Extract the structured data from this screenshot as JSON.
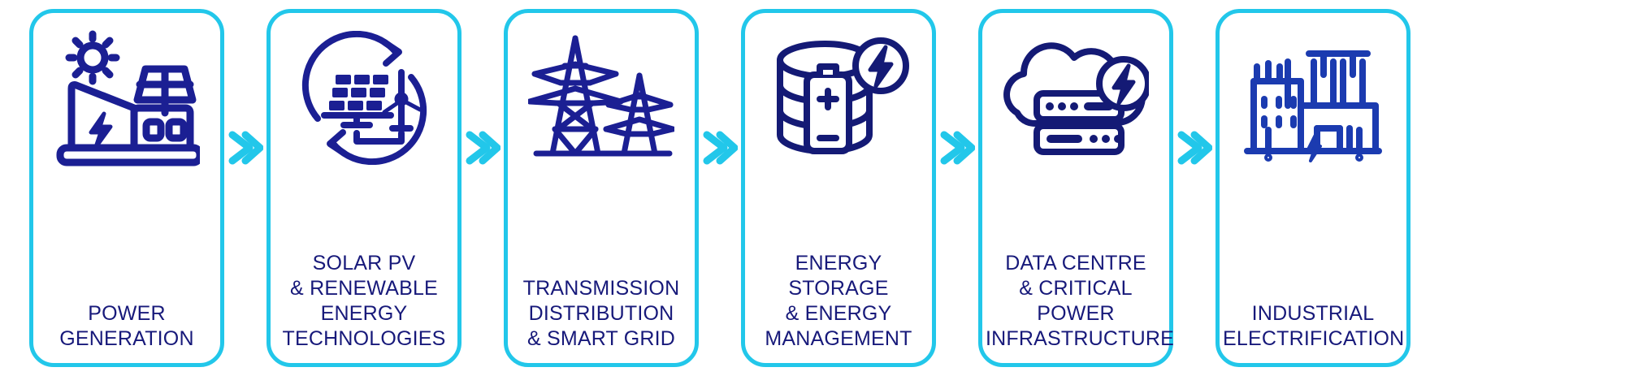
{
  "colors": {
    "card_border": "#22c7ea",
    "arrow": "#22c7ea",
    "icon": "#1b1f93",
    "icon_dark": "#141a75",
    "text": "#17197a",
    "background": "#ffffff"
  },
  "diagram": {
    "type": "process-flow",
    "orientation": "horizontal",
    "step_count": 6,
    "connector": "chevron-arrow"
  },
  "steps": [
    {
      "index": 1,
      "label": "POWER\nGENERATION",
      "lines": [
        "POWER",
        "GENERATION"
      ],
      "icon": "power-generation-icon",
      "icon_description": "sun, solar panel and power plant building with lightning bolt"
    },
    {
      "index": 2,
      "label": "SOLAR PV\n& RENEWABLE\nENERGY\nTECHNOLOGIES",
      "lines": [
        "SOLAR PV",
        "& RENEWABLE",
        "ENERGY",
        "TECHNOLOGIES"
      ],
      "icon": "solar-renewable-icon",
      "icon_description": "solar panel and wind turbine inside circular recycle arrows"
    },
    {
      "index": 3,
      "label": "TRANSMISSION\nDISTRIBUTION\n& SMART GRID",
      "lines": [
        "TRANSMISSION",
        "DISTRIBUTION",
        "& SMART GRID"
      ],
      "icon": "transmission-grid-icon",
      "icon_description": "two electricity pylon transmission towers"
    },
    {
      "index": 4,
      "label": "ENERGY STORAGE\n& ENERGY\nMANAGEMENT",
      "lines": [
        "ENERGY STORAGE",
        "& ENERGY",
        "MANAGEMENT"
      ],
      "icon": "energy-storage-icon",
      "icon_description": "cylindrical battery storage with plus/minus battery cell and lightning bolt badge"
    },
    {
      "index": 5,
      "label": "DATA CENTRE\n& CRITICAL\nPOWER\nINFRASTRUCTURE",
      "lines": [
        "DATA CENTRE",
        "& CRITICAL",
        "POWER",
        "INFRASTRUCTURE"
      ],
      "icon": "data-centre-icon",
      "icon_description": "cloud with stacked server racks and lightning bolt badge"
    },
    {
      "index": 6,
      "label": "INDUSTRIAL\nELECTRIFICATION",
      "lines": [
        "INDUSTRIAL",
        "ELECTRIFICATION"
      ],
      "icon": "industrial-electrification-icon",
      "icon_description": "factory with chimneys, office block and electrical plug with lightning bolt"
    }
  ],
  "arrows": [
    {
      "index": 1,
      "name": "arrow-1-2",
      "direction": "right"
    },
    {
      "index": 2,
      "name": "arrow-2-3",
      "direction": "right"
    },
    {
      "index": 3,
      "name": "arrow-3-4",
      "direction": "right"
    },
    {
      "index": 4,
      "name": "arrow-4-5",
      "direction": "right"
    },
    {
      "index": 5,
      "name": "arrow-5-6",
      "direction": "right"
    }
  ]
}
